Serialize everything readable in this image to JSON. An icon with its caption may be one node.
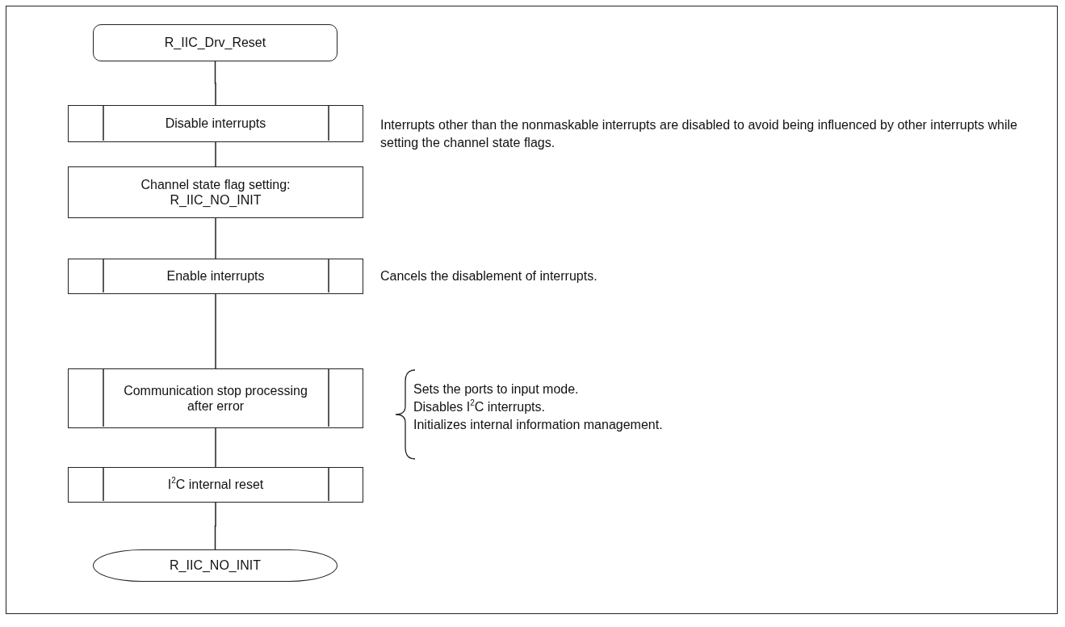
{
  "diagram": {
    "nodes": [
      {
        "text": [
          "R_IIC_Drv_Reset"
        ]
      },
      {
        "text": [
          "Disable interrupts"
        ],
        "beside": [
          "Interrupts other than the nonmaskable interrupts are disabled to avoid being influenced by other interrupts while setting the channel state flags."
        ]
      },
      {
        "text": [
          "Channel state flag setting: R_IIC_NO_INIT"
        ]
      },
      {
        "text": [
          "Enable interrupts"
        ],
        "beside": [
          "Cancels the disablement of interrupts."
        ]
      },
      {
        "text": [
          "Communication stop processing after error"
        ],
        "beside": [
          "Sets the ports to input mode.",
          "Disables I$^{2}$C interrupts.",
          "Initializes internal information management."
        ]
      },
      {
        "text": [
          "I$^{2}$C internal reset"
        ]
      },
      {
        "text": [
          "R_IIC_NO_INIT"
        ]
      }
    ],
    "edges": [
      {
        "from": 0,
        "to": 1,
        "arrow": "none"
      },
      {
        "from": 1,
        "to": 2,
        "arrow": "none"
      },
      {
        "from": 2,
        "to": 3,
        "arrow": "none"
      },
      {
        "from": 3,
        "to": 4,
        "arrow": "none"
      },
      {
        "from": 4,
        "to": 5,
        "arrow": "none"
      },
      {
        "from": 5,
        "to": 6,
        "arrow": "none"
      }
    ]
  }
}
